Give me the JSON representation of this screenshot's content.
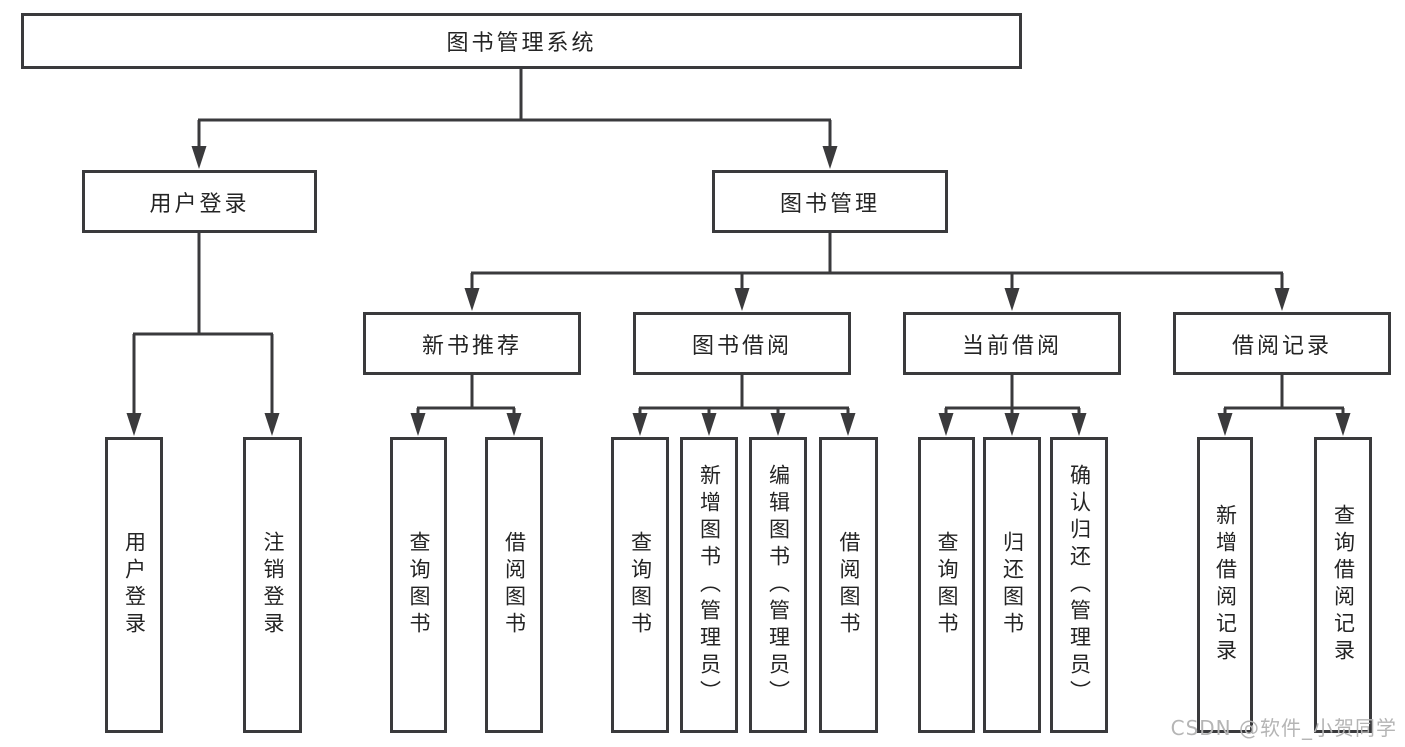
{
  "diagram": {
    "root": "图书管理系统",
    "branches": {
      "user_login": "用户登录",
      "book_mgmt": "图书管理"
    },
    "modules": [
      "新书推荐",
      "图书借阅",
      "当前借阅",
      "借阅记录"
    ],
    "leaves": {
      "login": [
        "用户登录",
        "注销登录"
      ],
      "new_books": [
        "查询图书",
        "借阅图书"
      ],
      "book_borrow": [
        "查询图书",
        "新增图书（管理员）",
        "编辑图书（管理员）",
        "借阅图书"
      ],
      "current_borrow": [
        "查询图书",
        "归还图书",
        "确认归还（管理员）"
      ],
      "borrow_records": [
        "新增借阅记录",
        "查询借阅记录"
      ]
    }
  },
  "watermark": "CSDN @软件_小贺同学",
  "colors": {
    "line": "#3a3a3c",
    "text": "#242424",
    "background": "#ffffff",
    "watermark": "#b5b5b5"
  }
}
